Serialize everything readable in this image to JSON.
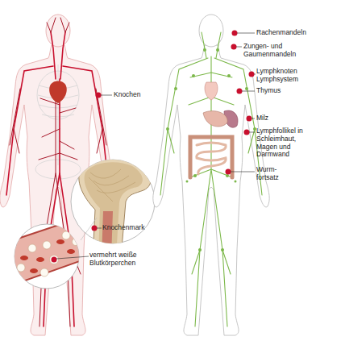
{
  "diagram": {
    "labels": [
      "Knochen",
      "Knochenmark",
      "vermehrt weiße Blutkörperchen",
      "Rachenmandeln",
      "Zungen- und Gaumenmandeln",
      "Lymphknoten",
      "Lymphsystem",
      "Thymus",
      "Milz",
      "Lymphfollikel in Schleimhaut, Magen und Darmwand",
      "Wurm- fortsatz"
    ]
  }
}
